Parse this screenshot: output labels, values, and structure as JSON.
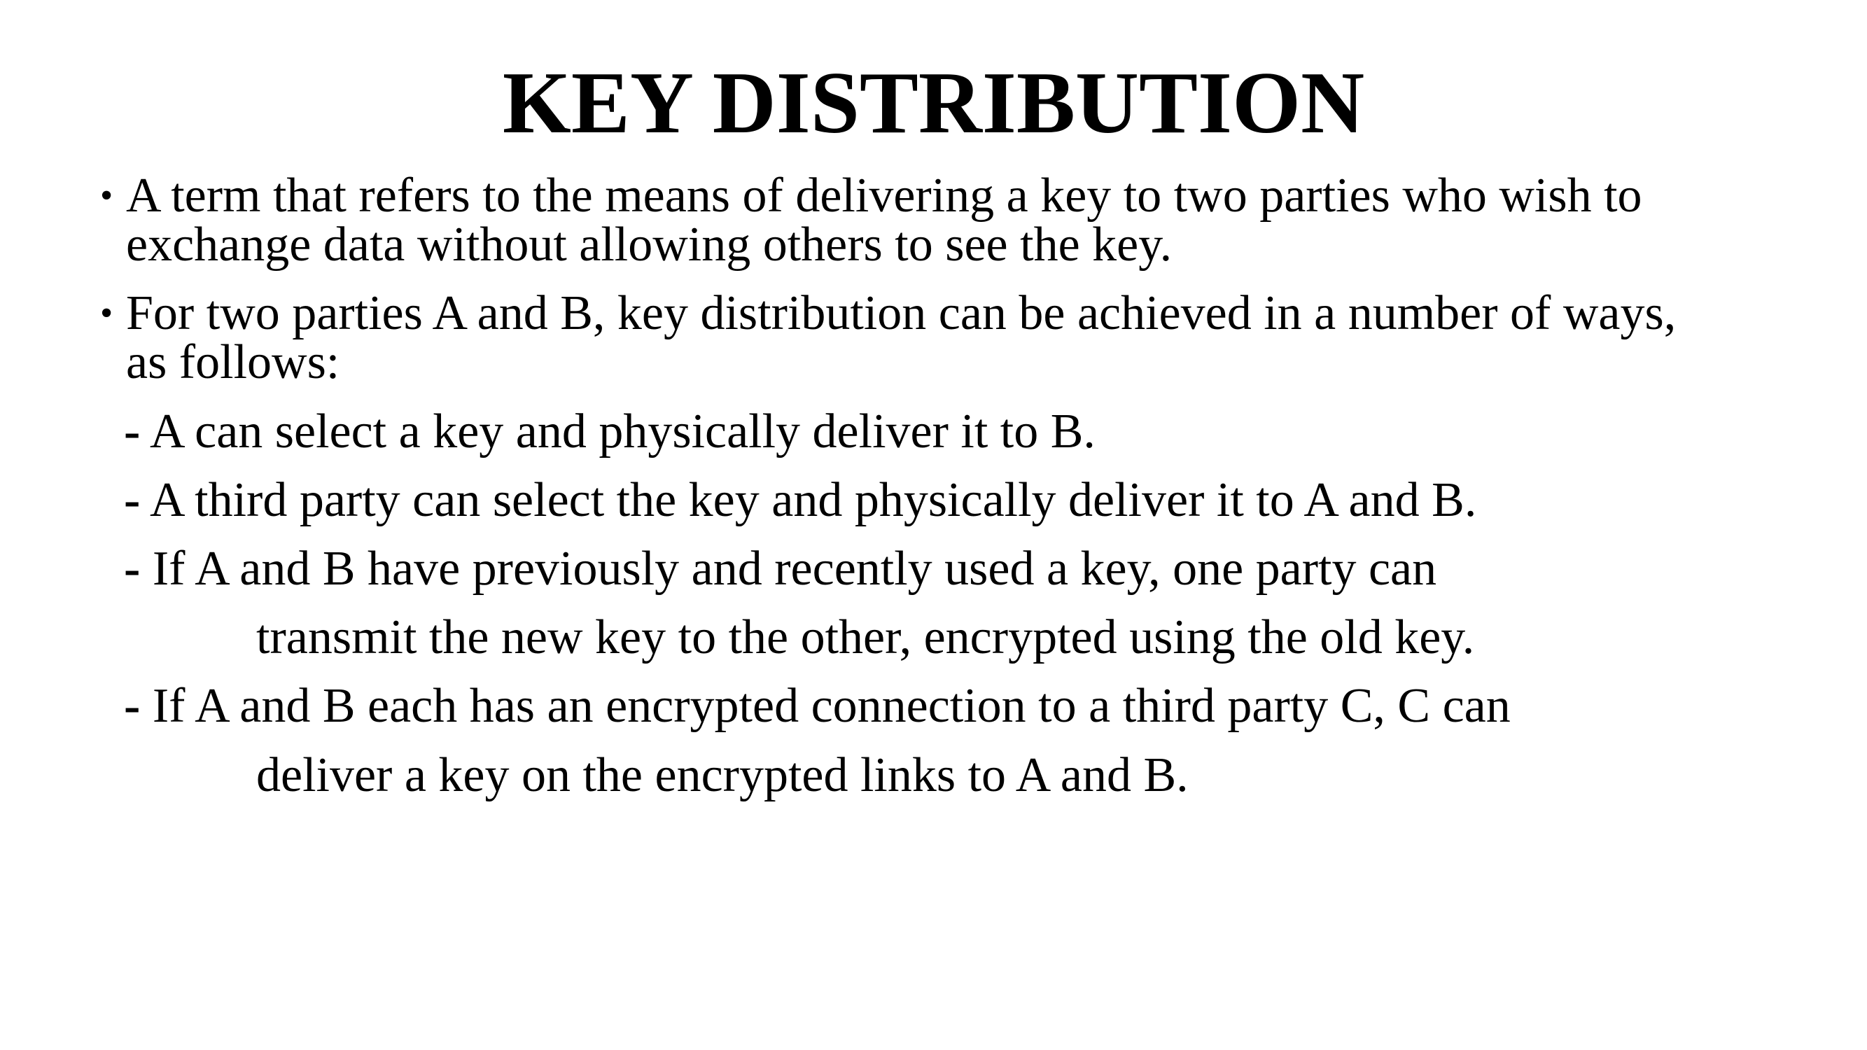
{
  "slide": {
    "title": "KEY DISTRIBUTION",
    "bullets": [
      {
        "symbol": "•",
        "line1": "A term that refers to the means of delivering a key to two parties who wish to",
        "line2": "exchange data without allowing others to see the key."
      },
      {
        "symbol": "•",
        "line1": "For two parties A and B, key distribution can be achieved in a number of ways,",
        "line2": "as follows:"
      }
    ],
    "subitems": [
      {
        "dash": "-",
        "text": " A can select a key and physically deliver it to B."
      },
      {
        "dash": "-",
        "text": " A third party can select the key and physically deliver it to A and B."
      },
      {
        "dash": "-",
        "text": " If A and B have previously and recently used a key, one party can",
        "continuation": "transmit the new key to the other, encrypted using the old key."
      },
      {
        "dash": "-",
        "text": " If A and B each has an encrypted connection to a third party C, C can",
        "continuation": "deliver a key on the encrypted links to A and B."
      }
    ]
  }
}
